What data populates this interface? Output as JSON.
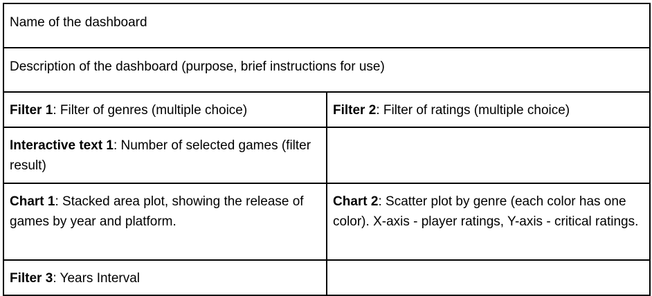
{
  "layout_table": {
    "name_row": "Name of the dashboard",
    "description_row": "Description of the dashboard (purpose, brief instructions for use)",
    "filter_1": {
      "label": "Filter 1",
      "text": ": Filter of genres (multiple choice)"
    },
    "filter_2": {
      "label": "Filter 2",
      "text": ": Filter of ratings (multiple choice)"
    },
    "interactive_text_1": {
      "label": "Interactive text 1",
      "text": ": Number of selected games (filter result)"
    },
    "chart_1": {
      "label": "Chart 1",
      "text": ": Stacked area plot, showing the release of games by year and platform."
    },
    "chart_2": {
      "label": "Chart 2",
      "text": ": Scatter plot by genre (each color has one color). X-axis - player ratings, Y-axis - critical ratings."
    },
    "filter_3": {
      "label": "Filter 3",
      "text": ": Years Interval"
    }
  }
}
